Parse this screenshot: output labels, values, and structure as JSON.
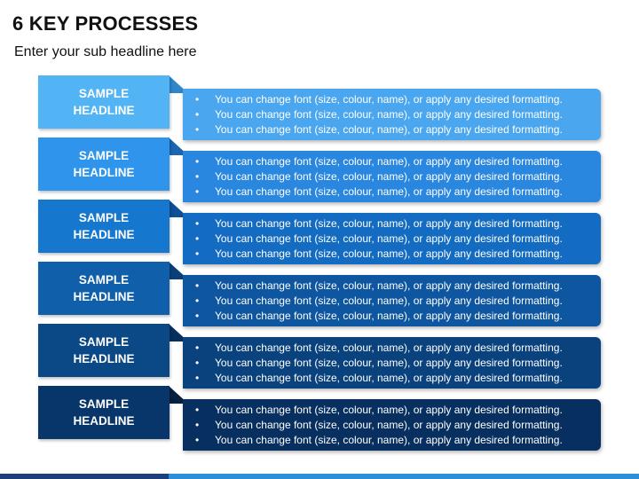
{
  "title": "6 KEY PROCESSES",
  "subtitle": "Enter your sub headline here",
  "rows": [
    {
      "headline_line1": "SAMPLE",
      "headline_line2": "HEADLINE",
      "head_color": "#53b4f5",
      "fold_color": "#2f86c9",
      "body_color": "#4aa6ef",
      "bullets": [
        "You can change font (size, colour, name), or apply any desired formatting.",
        "You can change font (size, colour, name), or apply any desired formatting.",
        "You can change font (size, colour, name), or apply any desired formatting."
      ]
    },
    {
      "headline_line1": "SAMPLE",
      "headline_line2": "HEADLINE",
      "head_color": "#2f95ec",
      "fold_color": "#1c65b3",
      "body_color": "#2a87e0",
      "bullets": [
        "You can change font (size, colour, name), or apply any desired formatting.",
        "You can change font (size, colour, name), or apply any desired formatting.",
        "You can change font (size, colour, name), or apply any desired formatting."
      ]
    },
    {
      "headline_line1": "SAMPLE",
      "headline_line2": "HEADLINE",
      "head_color": "#1677cf",
      "fold_color": "#0f4f95",
      "body_color": "#146cc2",
      "bullets": [
        "You can change font (size, colour, name), or apply any desired formatting.",
        "You can change font (size, colour, name), or apply any desired formatting.",
        "You can change font (size, colour, name), or apply any desired formatting."
      ]
    },
    {
      "headline_line1": "SAMPLE",
      "headline_line2": "HEADLINE",
      "head_color": "#0f5fab",
      "fold_color": "#0a3f7a",
      "body_color": "#0e56a0",
      "bullets": [
        "You can change font (size, colour, name), or apply any desired formatting.",
        "You can change font (size, colour, name), or apply any desired formatting.",
        "You can change font (size, colour, name), or apply any desired formatting."
      ]
    },
    {
      "headline_line1": "SAMPLE",
      "headline_line2": "HEADLINE",
      "head_color": "#0b4886",
      "fold_color": "#072f5d",
      "body_color": "#0a427e",
      "bullets": [
        "You can change font (size, colour, name), or apply any desired formatting.",
        "You can change font (size, colour, name), or apply any desired formatting.",
        "You can change font (size, colour, name), or apply any desired formatting."
      ]
    },
    {
      "headline_line1": "SAMPLE",
      "headline_line2": "HEADLINE",
      "head_color": "#08356a",
      "fold_color": "#04213f",
      "body_color": "#072f5f",
      "bullets": [
        "You can change font (size, colour, name), or apply any desired formatting.",
        "You can change font (size, colour, name), or apply any desired formatting.",
        "You can change font (size, colour, name), or apply any desired formatting."
      ]
    }
  ]
}
